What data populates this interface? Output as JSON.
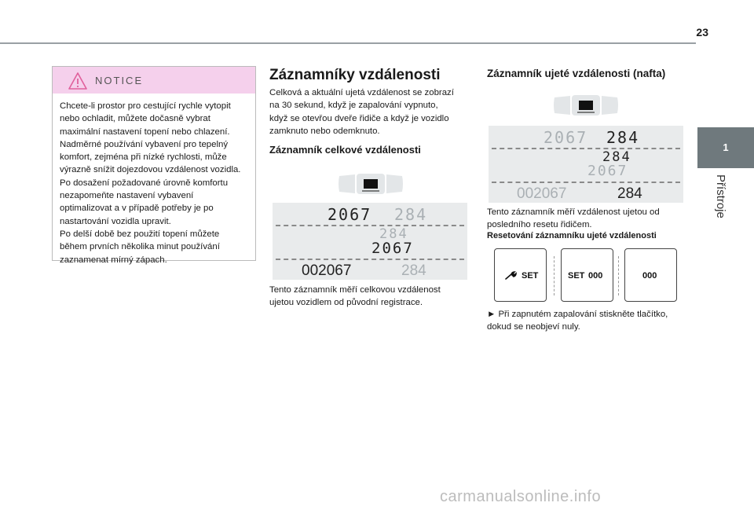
{
  "page": {
    "number": "23",
    "tab_number": "1",
    "tab_label": "Přístroje",
    "watermark": "carmanualsonline.info"
  },
  "notice": {
    "title": "NOTICE",
    "lines": [
      "Chcete-li prostor pro cestující rychle vytopit",
      "nebo ochladit, můžete dočasně vybrat",
      "maximální nastavení topení nebo chlazení.",
      "Nadměrné používání vybavení pro tepelný",
      "komfort, zejména při nízké rychlosti, může",
      "výrazně snížit dojezdovou vzdálenost vozidla.",
      "Po dosažení požadované úrovně komfortu",
      "nezapomeňte nastavení vybavení",
      "optimalizovat a v případě potřeby je po",
      "nastartování vozidla upravit.",
      "Po delší době bez použití topení můžete",
      "během prvních několika minut používání",
      "zaznamenat mírný zápach."
    ]
  },
  "col2": {
    "title": "Záznamníky vzdálenosti",
    "intro_lines": [
      "Celková a aktuální ujetá vzdálenost se zobrazí",
      "na 30 sekund, když je zapalování vypnuto,",
      "když se otevřou dveře řidiče a když je vozidlo",
      "zamknuto nebo odemknuto."
    ],
    "subtitle": "Záznamník celkové vzdálenosti",
    "display": {
      "row1_left": "2067",
      "row1_right": "284",
      "row2_top": "284",
      "row2_bottom": "2067",
      "row3_left": "002067",
      "row3_right": "284"
    },
    "desc_lines": [
      "Tento záznamník měří celkovou vzdálenost",
      "ujetou vozidlem od původní registrace."
    ]
  },
  "col3": {
    "title": "Záznamník ujeté vzdálenosti (nafta)",
    "display": {
      "row1_left": "2067",
      "row1_right": "284",
      "row2_top": "284",
      "row2_bottom": "2067",
      "row3_left": "002067",
      "row3_right": "284"
    },
    "desc_lines": [
      "Tento záznamník měří vzdálenost ujetou od",
      "posledního resetu řidičem."
    ],
    "reset_title": "Resetování záznamníku ujeté vzdálenosti",
    "buttons": {
      "b1": "SET",
      "b2_left": "SET",
      "b2_right": "000",
      "b3": "000"
    },
    "step_lines": [
      "►  Při zapnutém zapalování stiskněte tlačítko,",
      "dokud se neobjeví nuly."
    ]
  }
}
